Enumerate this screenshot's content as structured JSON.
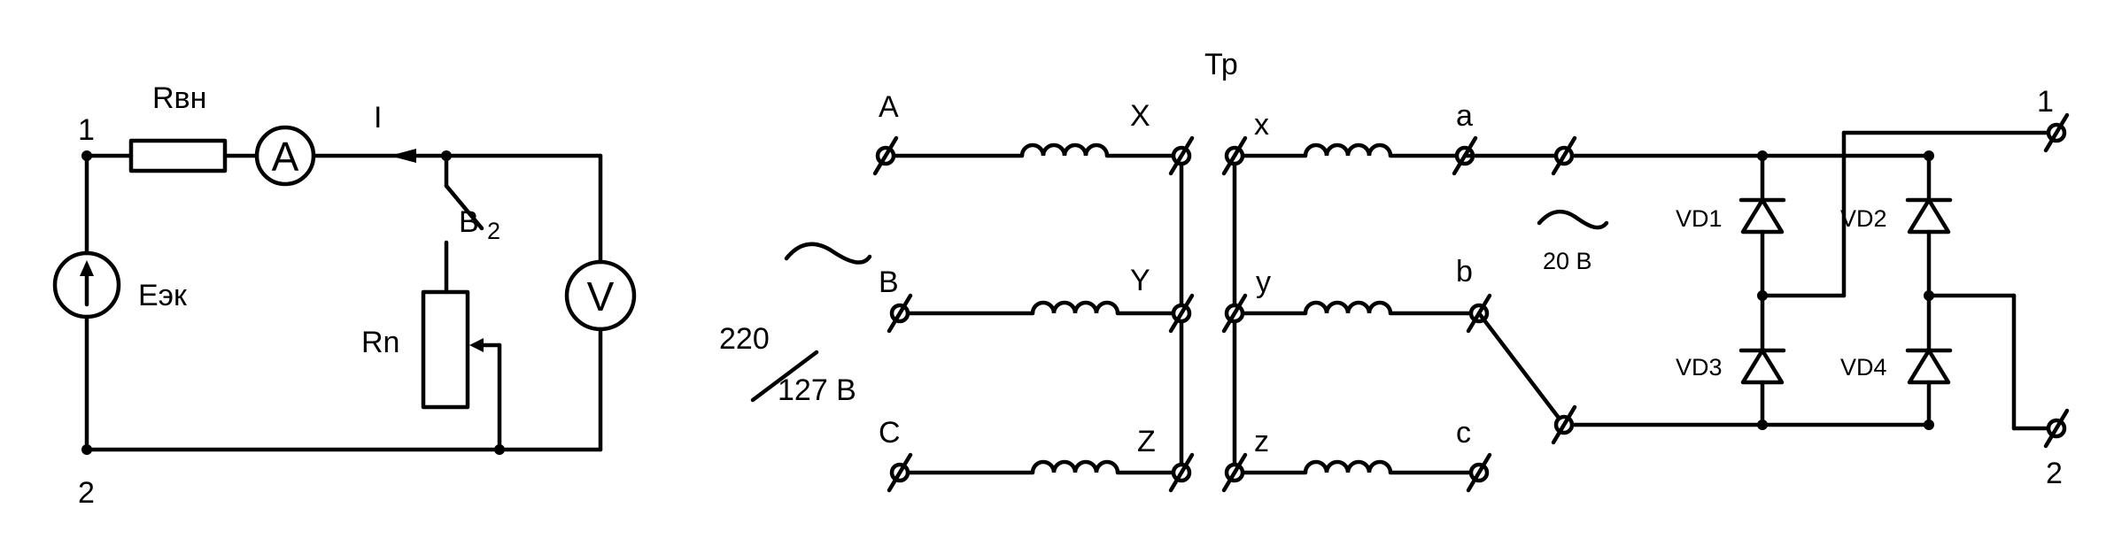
{
  "circuit1": {
    "r_int": "Rвн",
    "ammeter": "A",
    "current": "I",
    "switch": "B",
    "switch_sub": "2",
    "source": "Eэк",
    "voltmeter": "V",
    "rheostat": "Rn",
    "node_top": "1",
    "node_bottom": "2"
  },
  "transformer": {
    "title": "Тр",
    "primary": [
      "A",
      "B",
      "C"
    ],
    "primary_ends": [
      "X",
      "Y",
      "Z"
    ],
    "secondary": [
      "x",
      "y",
      "z"
    ],
    "secondary_ends": [
      "a",
      "b",
      "c"
    ],
    "voltage_line": "220",
    "voltage_phase": "127 B"
  },
  "rectifier": {
    "ac_voltage": "20 B",
    "diodes": [
      "VD1",
      "VD2",
      "VD3",
      "VD4"
    ],
    "out_pos": "1",
    "out_neg": "2"
  }
}
